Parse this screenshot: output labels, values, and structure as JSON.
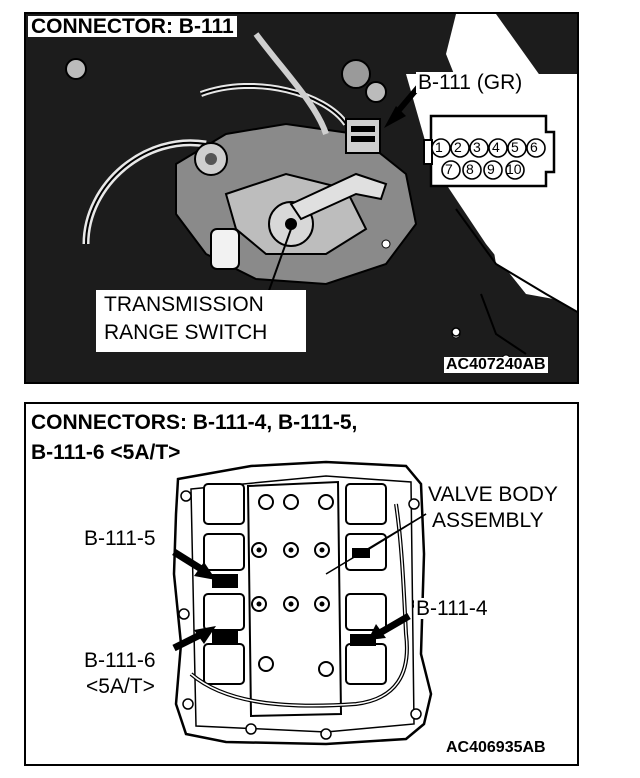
{
  "top_panel": {
    "title": "CONNECTOR: B-111",
    "connector_label": "B-111 (GR)",
    "pins_row1": [
      "1",
      "2",
      "3",
      "4",
      "5",
      "6"
    ],
    "pins_row2": [
      "7",
      "8",
      "9",
      "10"
    ],
    "component_label_line1": "TRANSMISSION",
    "component_label_line2": "RANGE SWITCH",
    "figure_code": "AC407240AB"
  },
  "bottom_panel": {
    "title_line1": "CONNECTORS: B-111-4, B-111-5,",
    "title_line2": "B-111-6 <5A/T>",
    "valve_body_line1": "VALVE BODY",
    "valve_body_line2": "ASSEMBLY",
    "b111_5": "B-111-5",
    "b111_4": "B-111-4",
    "b111_6_line1": "B-111-6",
    "b111_6_line2": "<5A/T>",
    "figure_code": "AC406935AB"
  }
}
